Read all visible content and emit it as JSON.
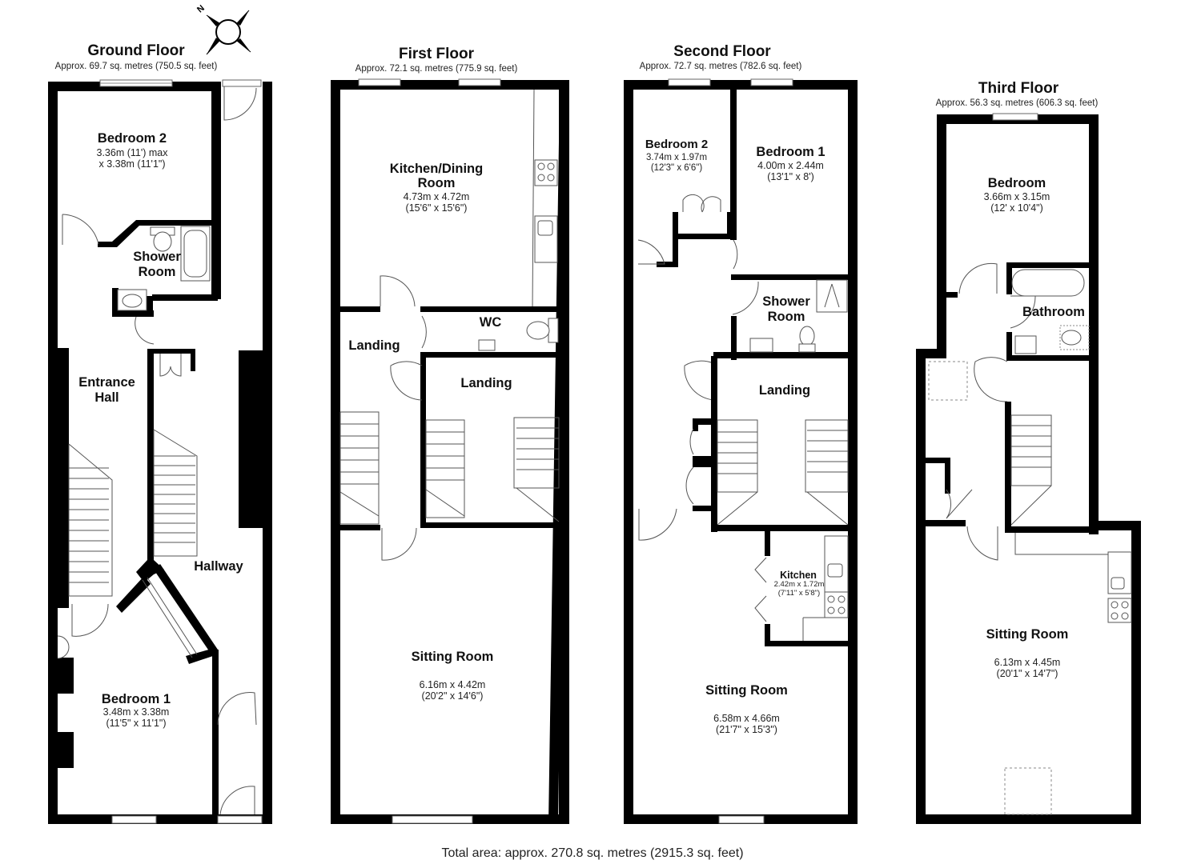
{
  "compass": {
    "label": "N",
    "icon": "compass-rose-icon"
  },
  "floors": [
    {
      "title": "Ground Floor",
      "area": "Approx. 69.7 sq. metres (750.5 sq. feet)",
      "rooms": [
        {
          "name": "Bedroom 2",
          "dim1": "3.36m (11') max",
          "dim2": "x 3.38m (11'1\")"
        },
        {
          "name": "Shower Room"
        },
        {
          "name": "Entrance Hall"
        },
        {
          "name": "Hallway"
        },
        {
          "name": "Bedroom 1",
          "dim1": "3.48m x 3.38m",
          "dim2": "(11'5\" x 11'1\")"
        }
      ]
    },
    {
      "title": "First Floor",
      "area": "Approx. 72.1 sq. metres (775.9 sq. feet)",
      "rooms": [
        {
          "name": "Kitchen/Dining Room",
          "dim1": "4.73m x 4.72m",
          "dim2": "(15'6\" x 15'6\")"
        },
        {
          "name": "WC"
        },
        {
          "name": "Landing"
        },
        {
          "name": "Landing"
        },
        {
          "name": "Sitting Room",
          "dim1": "6.16m x 4.42m",
          "dim2": "(20'2\" x 14'6\")"
        }
      ]
    },
    {
      "title": "Second Floor",
      "area": "Approx. 72.7 sq. metres (782.6 sq. feet)",
      "rooms": [
        {
          "name": "Bedroom 2",
          "dim1": "3.74m x 1.97m",
          "dim2": "(12'3\" x 6'6\")"
        },
        {
          "name": "Bedroom 1",
          "dim1": "4.00m x 2.44m",
          "dim2": "(13'1\" x 8')"
        },
        {
          "name": "Shower Room"
        },
        {
          "name": "Landing"
        },
        {
          "name": "Kitchen",
          "dim1": "2.42m x 1.72m",
          "dim2": "(7'11\" x 5'8\")"
        },
        {
          "name": "Sitting Room",
          "dim1": "6.58m x 4.66m",
          "dim2": "(21'7\" x 15'3\")"
        }
      ]
    },
    {
      "title": "Third Floor",
      "area": "Approx. 56.3 sq. metres (606.3 sq. feet)",
      "rooms": [
        {
          "name": "Bedroom",
          "dim1": "3.66m x 3.15m",
          "dim2": "(12' x 10'4\")"
        },
        {
          "name": "Bathroom"
        },
        {
          "name": "Sitting Room",
          "dim1": "6.13m x 4.45m",
          "dim2": "(20'1\" x 14'7\")"
        }
      ]
    }
  ],
  "total_area": "Total area: approx. 270.8 sq. metres (2915.3 sq. feet)",
  "colors": {
    "wall": "#000000",
    "fixture_line": "#555555",
    "background": "#ffffff"
  }
}
